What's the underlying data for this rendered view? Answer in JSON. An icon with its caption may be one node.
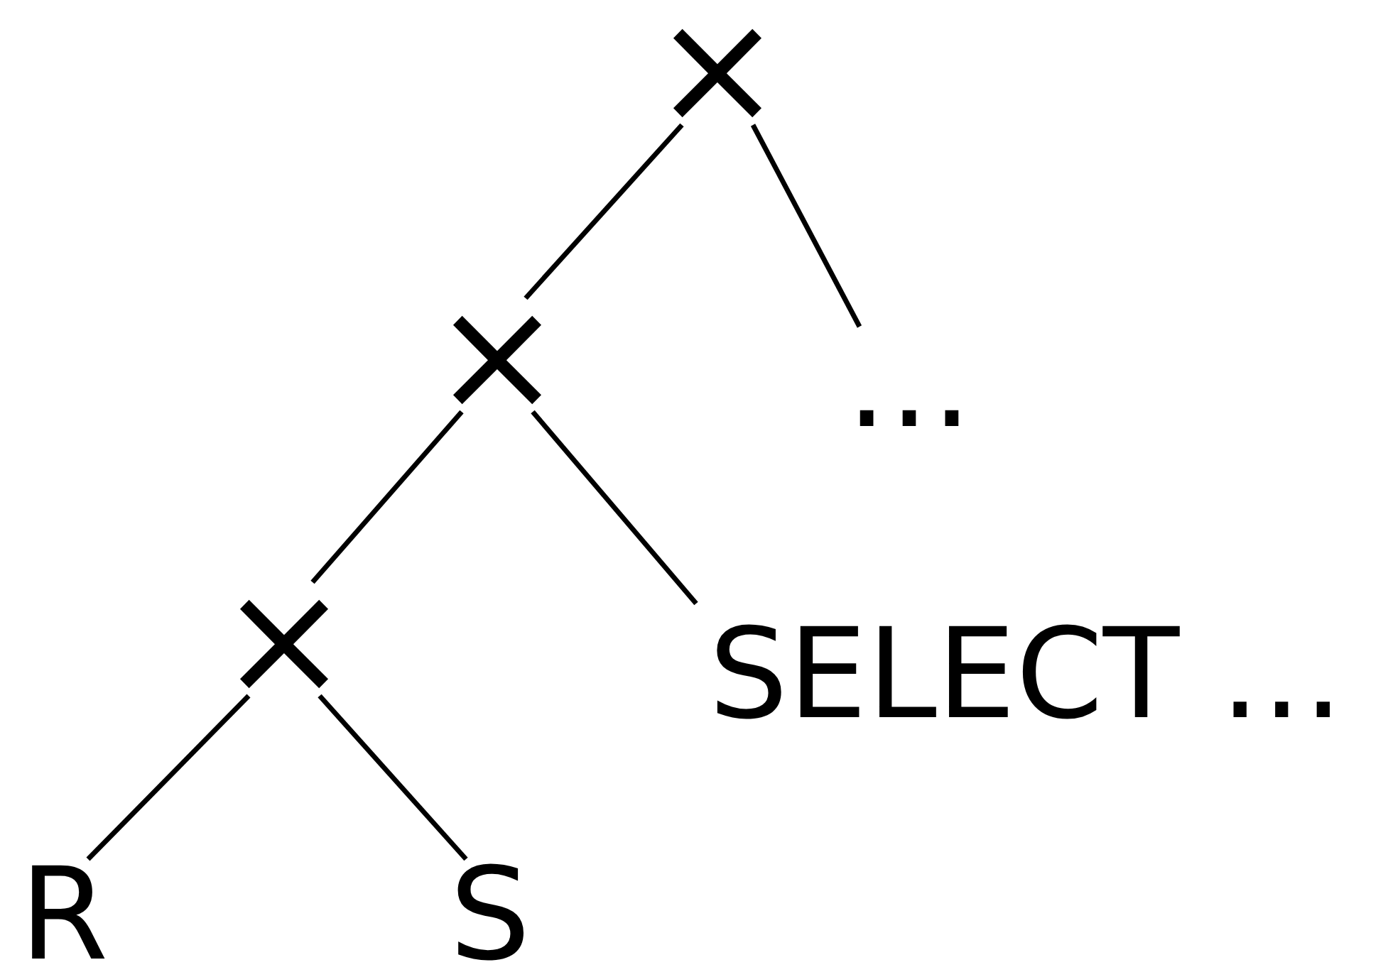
{
  "diagram": {
    "nodes": [
      {
        "text": [
          "×"
        ]
      },
      {
        "text": [
          "×"
        ]
      },
      {
        "text": [
          "…"
        ]
      },
      {
        "text": [
          "×"
        ]
      },
      {
        "text": [
          "SELECT …"
        ]
      },
      {
        "text": [
          "R"
        ]
      },
      {
        "text": [
          "S"
        ]
      }
    ],
    "edges": [
      {
        "from": 0,
        "to": 1,
        "arrow": "none"
      },
      {
        "from": 0,
        "to": 2,
        "arrow": "none"
      },
      {
        "from": 1,
        "to": 3,
        "arrow": "none"
      },
      {
        "from": 1,
        "to": 4,
        "arrow": "none"
      },
      {
        "from": 3,
        "to": 5,
        "arrow": "none"
      },
      {
        "from": 3,
        "to": 6,
        "arrow": "none"
      }
    ]
  }
}
